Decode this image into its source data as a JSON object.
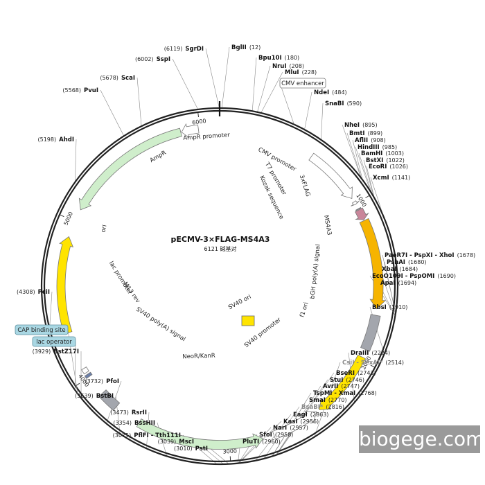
{
  "plasmid": {
    "name": "pECMV-3×FLAG-MS4A3",
    "size_label": "6121 碱基对",
    "length": 6121
  },
  "ticks": [
    "1000",
    "2000",
    "3000",
    "4000",
    "5000",
    "6000"
  ],
  "colors": {
    "backbone": "#222222",
    "promoter": "#ffffff",
    "resistance": "#cfeecb",
    "ori": "#ffe400",
    "gene": "#f6b400",
    "polyA": "#a3a6ad",
    "tag": "#c9869a",
    "watermark": "#9a9a9a"
  },
  "features": [
    {
      "id": "cmv-promoter",
      "label": "CMV promoter",
      "type": "promoter"
    },
    {
      "id": "t7-promoter",
      "label": "T7 promoter",
      "type": "promoter"
    },
    {
      "id": "kozak",
      "label": "Kozak sequence",
      "type": "misc"
    },
    {
      "id": "flag",
      "label": "3xFLAG",
      "type": "tag"
    },
    {
      "id": "ms4a3",
      "label": "MS4A3",
      "type": "gene"
    },
    {
      "id": "bgh",
      "label": "bGH poly(A) signal",
      "type": "polyA"
    },
    {
      "id": "f1-ori",
      "label": "f1 ori",
      "type": "ori"
    },
    {
      "id": "sv40-promoter",
      "label": "SV40 promoter",
      "type": "promoter"
    },
    {
      "id": "sv40-ori",
      "label": "SV40 ori",
      "type": "ori"
    },
    {
      "id": "neor",
      "label": "NeoR/KanR",
      "type": "resistance"
    },
    {
      "id": "sv40-polya",
      "label": "SV40 poly(A) signal",
      "type": "polyA"
    },
    {
      "id": "m13-rev",
      "label": "M13 rev",
      "type": "misc"
    },
    {
      "id": "lac-promoter",
      "label": "lac promoter",
      "type": "promoter"
    },
    {
      "id": "ori",
      "label": "ori",
      "type": "ori"
    },
    {
      "id": "ampr",
      "label": "AmpR",
      "type": "resistance"
    },
    {
      "id": "ampr-promoter",
      "label": "AmpR promoter",
      "type": "promoter"
    }
  ],
  "boxed_labels": [
    "CMV enhancer",
    "CAP binding site",
    "lac operator"
  ],
  "sites": [
    {
      "name": "BglII",
      "pos": "(12)"
    },
    {
      "name": "Bpu10I",
      "pos": "(180)"
    },
    {
      "name": "NruI",
      "pos": "(208)"
    },
    {
      "name": "MluI",
      "pos": "(228)"
    },
    {
      "name": "NdeI",
      "pos": "(484)"
    },
    {
      "name": "SnaBI",
      "pos": "(590)"
    },
    {
      "name": "NheI",
      "pos": "(895)"
    },
    {
      "name": "BmtI",
      "pos": "(899)"
    },
    {
      "name": "AflII",
      "pos": "(908)"
    },
    {
      "name": "HindIII",
      "pos": "(985)"
    },
    {
      "name": "BamHI",
      "pos": "(1003)"
    },
    {
      "name": "BstXI",
      "pos": "(1022)"
    },
    {
      "name": "EcoRI",
      "pos": "(1026)"
    },
    {
      "name": "XcmI",
      "pos": "(1141)"
    },
    {
      "name": "PaeR7I - PspXI - XhoI",
      "pos": "(1678)"
    },
    {
      "name": "PshAI",
      "pos": "(1680)"
    },
    {
      "name": "XbaI",
      "pos": "(1684)"
    },
    {
      "name": "EcoO109I - PspOMI",
      "pos": "(1690)"
    },
    {
      "name": "ApaI",
      "pos": "(1694)"
    },
    {
      "name": "BbsI",
      "pos": "(1910)"
    },
    {
      "name": "DraIII",
      "pos": "(2224)"
    },
    {
      "name": "CsiI - SexAI*",
      "pos": "(2514)"
    },
    {
      "name": "BseRI",
      "pos": "(2743)"
    },
    {
      "name": "StuI",
      "pos": "(2746)"
    },
    {
      "name": "AvrII",
      "pos": "(2747)"
    },
    {
      "name": "TspMI - XmaI",
      "pos": "(2768)"
    },
    {
      "name": "SmaI",
      "pos": "(2770)"
    },
    {
      "name": "BsaBI*",
      "pos": "(2816)"
    },
    {
      "name": "EagI",
      "pos": "(2863)"
    },
    {
      "name": "KasI",
      "pos": "(2956)"
    },
    {
      "name": "NarI",
      "pos": "(2957)"
    },
    {
      "name": "SfoI",
      "pos": "(2958)"
    },
    {
      "name": "PluTI",
      "pos": "(2960)"
    },
    {
      "name": "PstI",
      "pos": "(3010)"
    },
    {
      "name": "MscI",
      "pos": "(3039)"
    },
    {
      "name": "PflFI - Tth111I",
      "pos": "(3075)"
    },
    {
      "name": "BssHII",
      "pos": "(3354)"
    },
    {
      "name": "RsrII",
      "pos": "(3473)"
    },
    {
      "name": "BstBI",
      "pos": "(3639)"
    },
    {
      "name": "PfoI",
      "pos": "(3732)"
    },
    {
      "name": "BstZ17I",
      "pos": "(3929)"
    },
    {
      "name": "PciI",
      "pos": "(4308)"
    },
    {
      "name": "AhdI",
      "pos": "(5198)"
    },
    {
      "name": "PvuI",
      "pos": "(5568)"
    },
    {
      "name": "ScaI",
      "pos": "(5678)"
    },
    {
      "name": "SspI",
      "pos": "(6002)"
    },
    {
      "name": "SgrDI",
      "pos": "(6119)"
    }
  ],
  "watermark": "biogege.com"
}
